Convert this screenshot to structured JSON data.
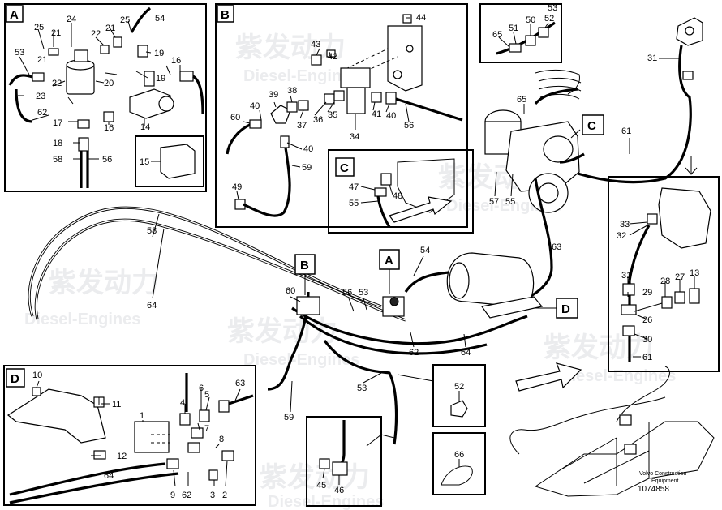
{
  "watermark": {
    "line1": "紫发动力",
    "line2": "Diesel-Engines"
  },
  "insets": {
    "A": {
      "tag": "A",
      "labels": [
        "24",
        "25",
        "54",
        "21",
        "22",
        "21",
        "25",
        "53",
        "19",
        "16",
        "20",
        "21",
        "19",
        "22",
        "23",
        "62",
        "17",
        "16",
        "14",
        "18",
        "56",
        "58",
        "15"
      ]
    },
    "B": {
      "tag": "B",
      "labels": [
        "44",
        "43",
        "42",
        "39",
        "38",
        "60",
        "40",
        "37",
        "36",
        "35",
        "41",
        "40",
        "34",
        "56",
        "40",
        "59",
        "49"
      ]
    },
    "C": {
      "tag": "C",
      "labels": [
        "47",
        "48",
        "55"
      ]
    },
    "top_detail": {
      "labels": [
        "53",
        "50",
        "65",
        "51",
        "52"
      ]
    },
    "D": {
      "tag": "D",
      "labels": [
        "10",
        "6",
        "63",
        "4",
        "5",
        "11",
        "7",
        "1",
        "8",
        "12",
        "64",
        "9",
        "62",
        "3",
        "2"
      ]
    },
    "right": {
      "labels": [
        "33",
        "32",
        "31",
        "28",
        "27",
        "13",
        "29",
        "26",
        "30",
        "61"
      ]
    },
    "bl1": {
      "labels": [
        "45",
        "46"
      ]
    },
    "bl2": {
      "labels": [
        "52"
      ]
    },
    "bl3": {
      "labels": [
        "66"
      ]
    }
  },
  "callouts": {
    "B": "B",
    "A": "A",
    "C": "C",
    "D": "D"
  },
  "main_labels": {
    "n65": "65",
    "n31": "31",
    "n61": "61",
    "n57": "57",
    "n55": "55",
    "n63": "63",
    "n58": "58",
    "n64a": "64",
    "n54": "54",
    "n60": "60",
    "n56": "56",
    "n53a": "53",
    "n62": "62",
    "n64b": "64",
    "n53b": "53",
    "n59": "59"
  },
  "caption": {
    "line1": "Volvo Construction",
    "line2": "Equipment",
    "number": "1074858"
  },
  "colors": {
    "line": "#000000",
    "background": "#ffffff",
    "watermark": "#b9bcc4"
  }
}
